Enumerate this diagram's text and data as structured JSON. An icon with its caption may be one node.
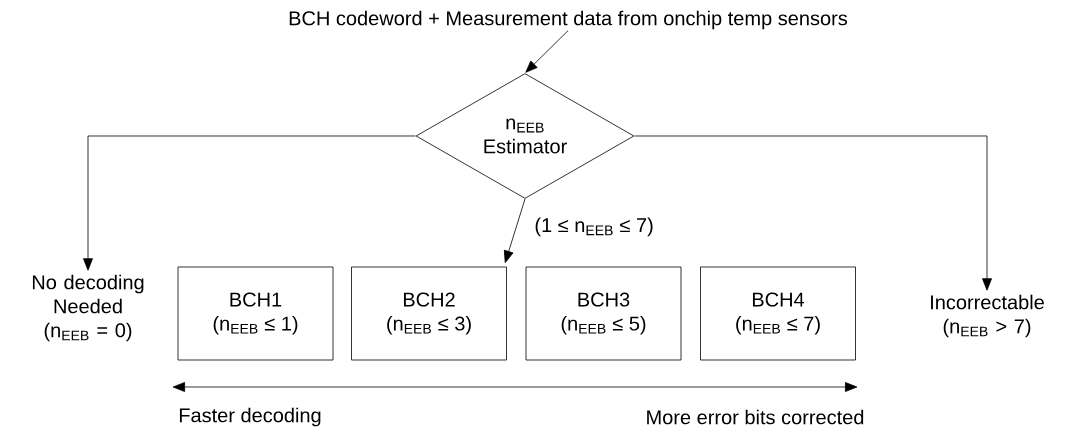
{
  "diagram": {
    "nodes": [
      {
        "text": [
          "BCH codeword + Measurement data from onchip temp sensors"
        ]
      },
      {
        "text": [
          "n$_{EEB}$ Estimator"
        ]
      },
      {
        "text": [
          "No decoding Needed (n$_{EEB}$ = 0)"
        ]
      },
      {
        "text": [
          "BCH1",
          "(n$_{EEB}$ ≤ 1)"
        ]
      },
      {
        "text": [
          "BCH2",
          "(n$_{EEB}$ ≤ 3)"
        ]
      },
      {
        "text": [
          "BCH3",
          "(n$_{EEB}$ ≤ 5)"
        ]
      },
      {
        "text": [
          "BCH4",
          "(n$_{EEB}$ ≤ 7)"
        ]
      },
      {
        "text": [
          "Incorrectable (n$_{EEB}$ > 7)"
        ]
      }
    ],
    "edges": [
      {
        "from": 0,
        "to": 1,
        "arrow": "to"
      },
      {
        "from": 1,
        "to": 2,
        "arrow": "to"
      },
      {
        "from": 1,
        "to": 7,
        "arrow": "to"
      },
      {
        "from": 1,
        "to": 4,
        "arrow": "to",
        "label": "(1 ≤ n$_{EEB}$ ≤ 7)"
      }
    ],
    "labels": [
      "Faster decoding",
      "More error bits corrected"
    ]
  }
}
